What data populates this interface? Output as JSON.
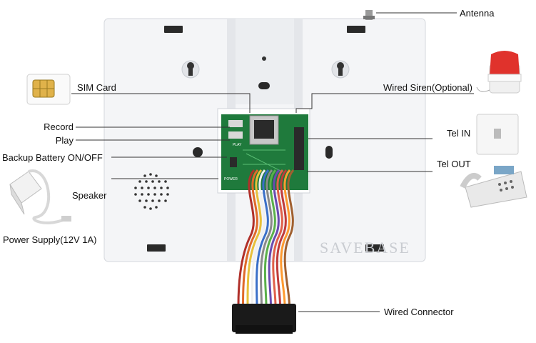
{
  "labels": {
    "antenna": "Antenna",
    "sim_card": "SIM Card",
    "wired_siren": "Wired Siren(Optional)",
    "record": "Record",
    "play": "Play",
    "backup_battery": "Backup Battery ON/OFF",
    "tel_in": "Tel IN",
    "tel_out": "Tel OUT",
    "speaker": "Speaker",
    "power_supply": "Power Supply(12V 1A)",
    "wired_connector": "Wired Connector"
  },
  "board_text": {
    "play": "PLAY",
    "power": "POWER"
  },
  "watermark": "SAVEBASE",
  "colors": {
    "panel": "#f3f4f6",
    "panel_edge": "#d7dadf",
    "pcb": "#1f7a3c",
    "siren_red": "#e0322c",
    "phone": "#e8e8e8"
  },
  "wire_colors": [
    "#b0302a",
    "#e06a2a",
    "#e8c03a",
    "#f0f0f0",
    "#3a6fc8",
    "#8a8a8a",
    "#5ab04a",
    "#6a4ab0",
    "#e0604a",
    "#c03a3a",
    "#ff9a30",
    "#a06030"
  ]
}
